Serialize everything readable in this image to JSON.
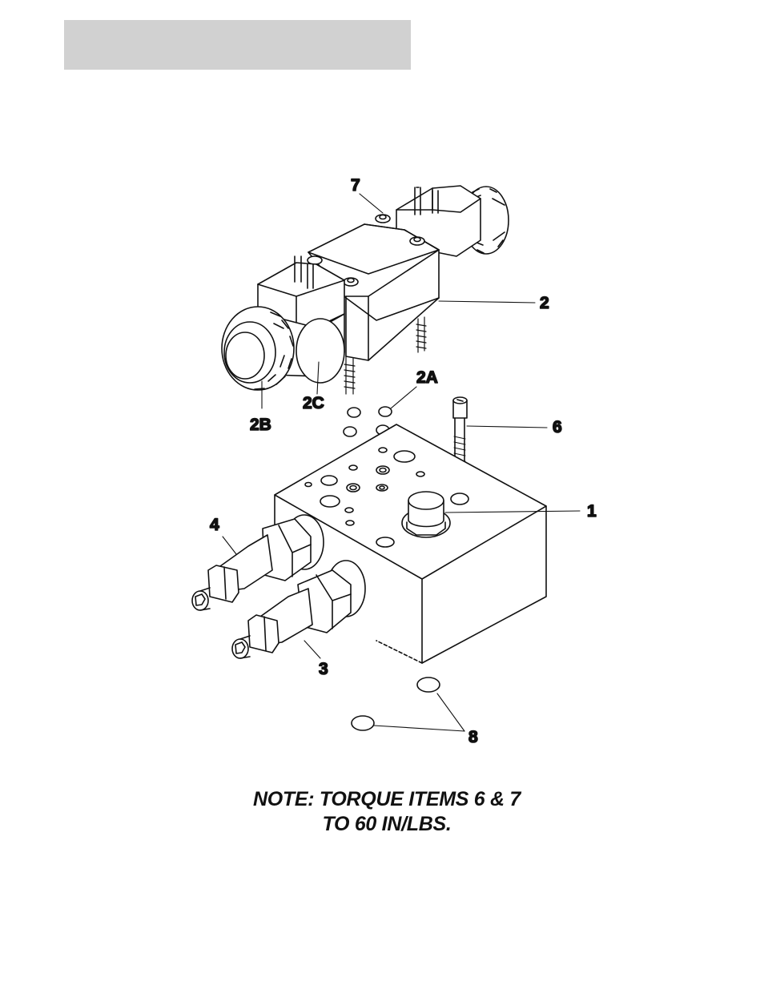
{
  "header": {
    "color": "#d1d1d1"
  },
  "callouts": {
    "c1": "1",
    "c2": "2",
    "c2a": "2A",
    "c2b": "2B",
    "c2c": "2C",
    "c3": "3",
    "c4": "4",
    "c6": "6",
    "c7": "7",
    "c8": "8"
  },
  "note": {
    "line1": "NOTE: TORQUE ITEMS 6 & 7",
    "line2": "TO 60 IN/LBS."
  }
}
